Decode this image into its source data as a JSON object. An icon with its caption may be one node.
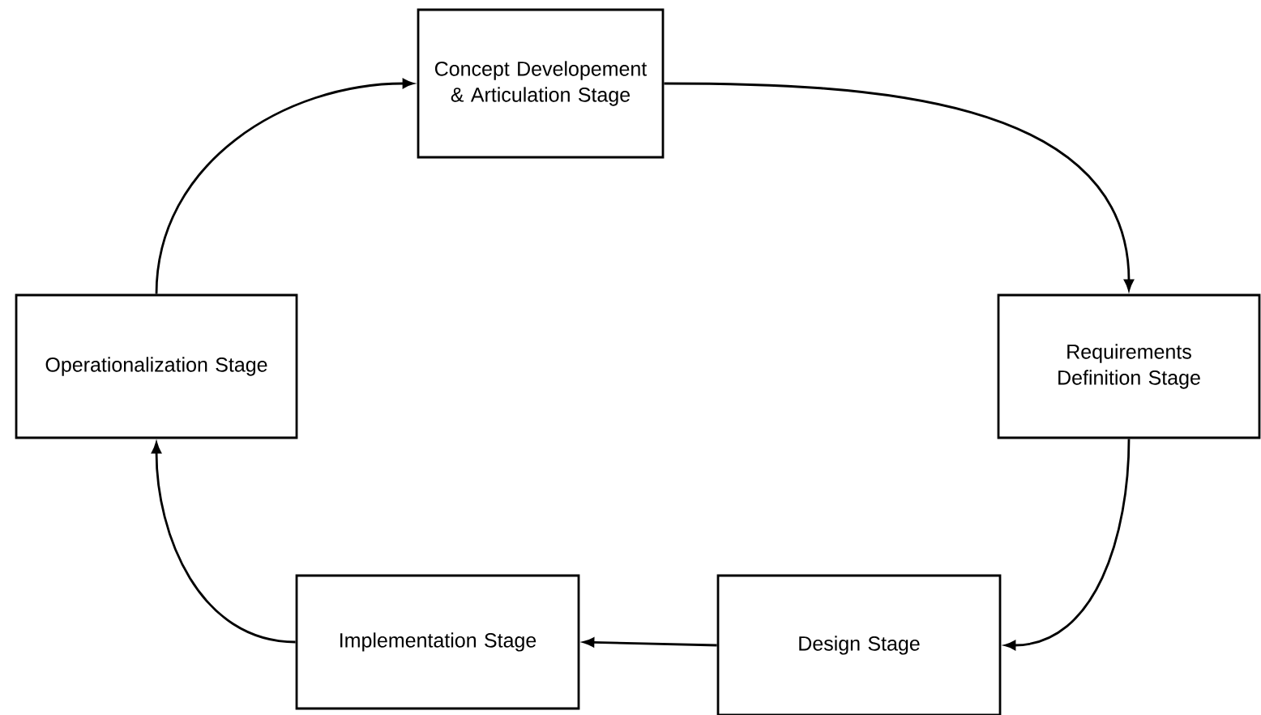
{
  "diagram": {
    "nodes": [
      {
        "text": [
          "Concept Developement & Articulation Stage"
        ]
      },
      {
        "text": [
          "Requirements Definition Stage"
        ]
      },
      {
        "text": [
          "Design Stage"
        ]
      },
      {
        "text": [
          "Implementation Stage"
        ]
      },
      {
        "text": [
          "Operationalization Stage"
        ]
      }
    ],
    "edges": [
      {
        "from": 0,
        "to": 1,
        "arrow": "to"
      },
      {
        "from": 1,
        "to": 2,
        "arrow": "to"
      },
      {
        "from": 2,
        "to": 3,
        "arrow": "to"
      },
      {
        "from": 3,
        "to": 4,
        "arrow": "to"
      },
      {
        "from": 4,
        "to": 0,
        "arrow": "to"
      }
    ]
  }
}
